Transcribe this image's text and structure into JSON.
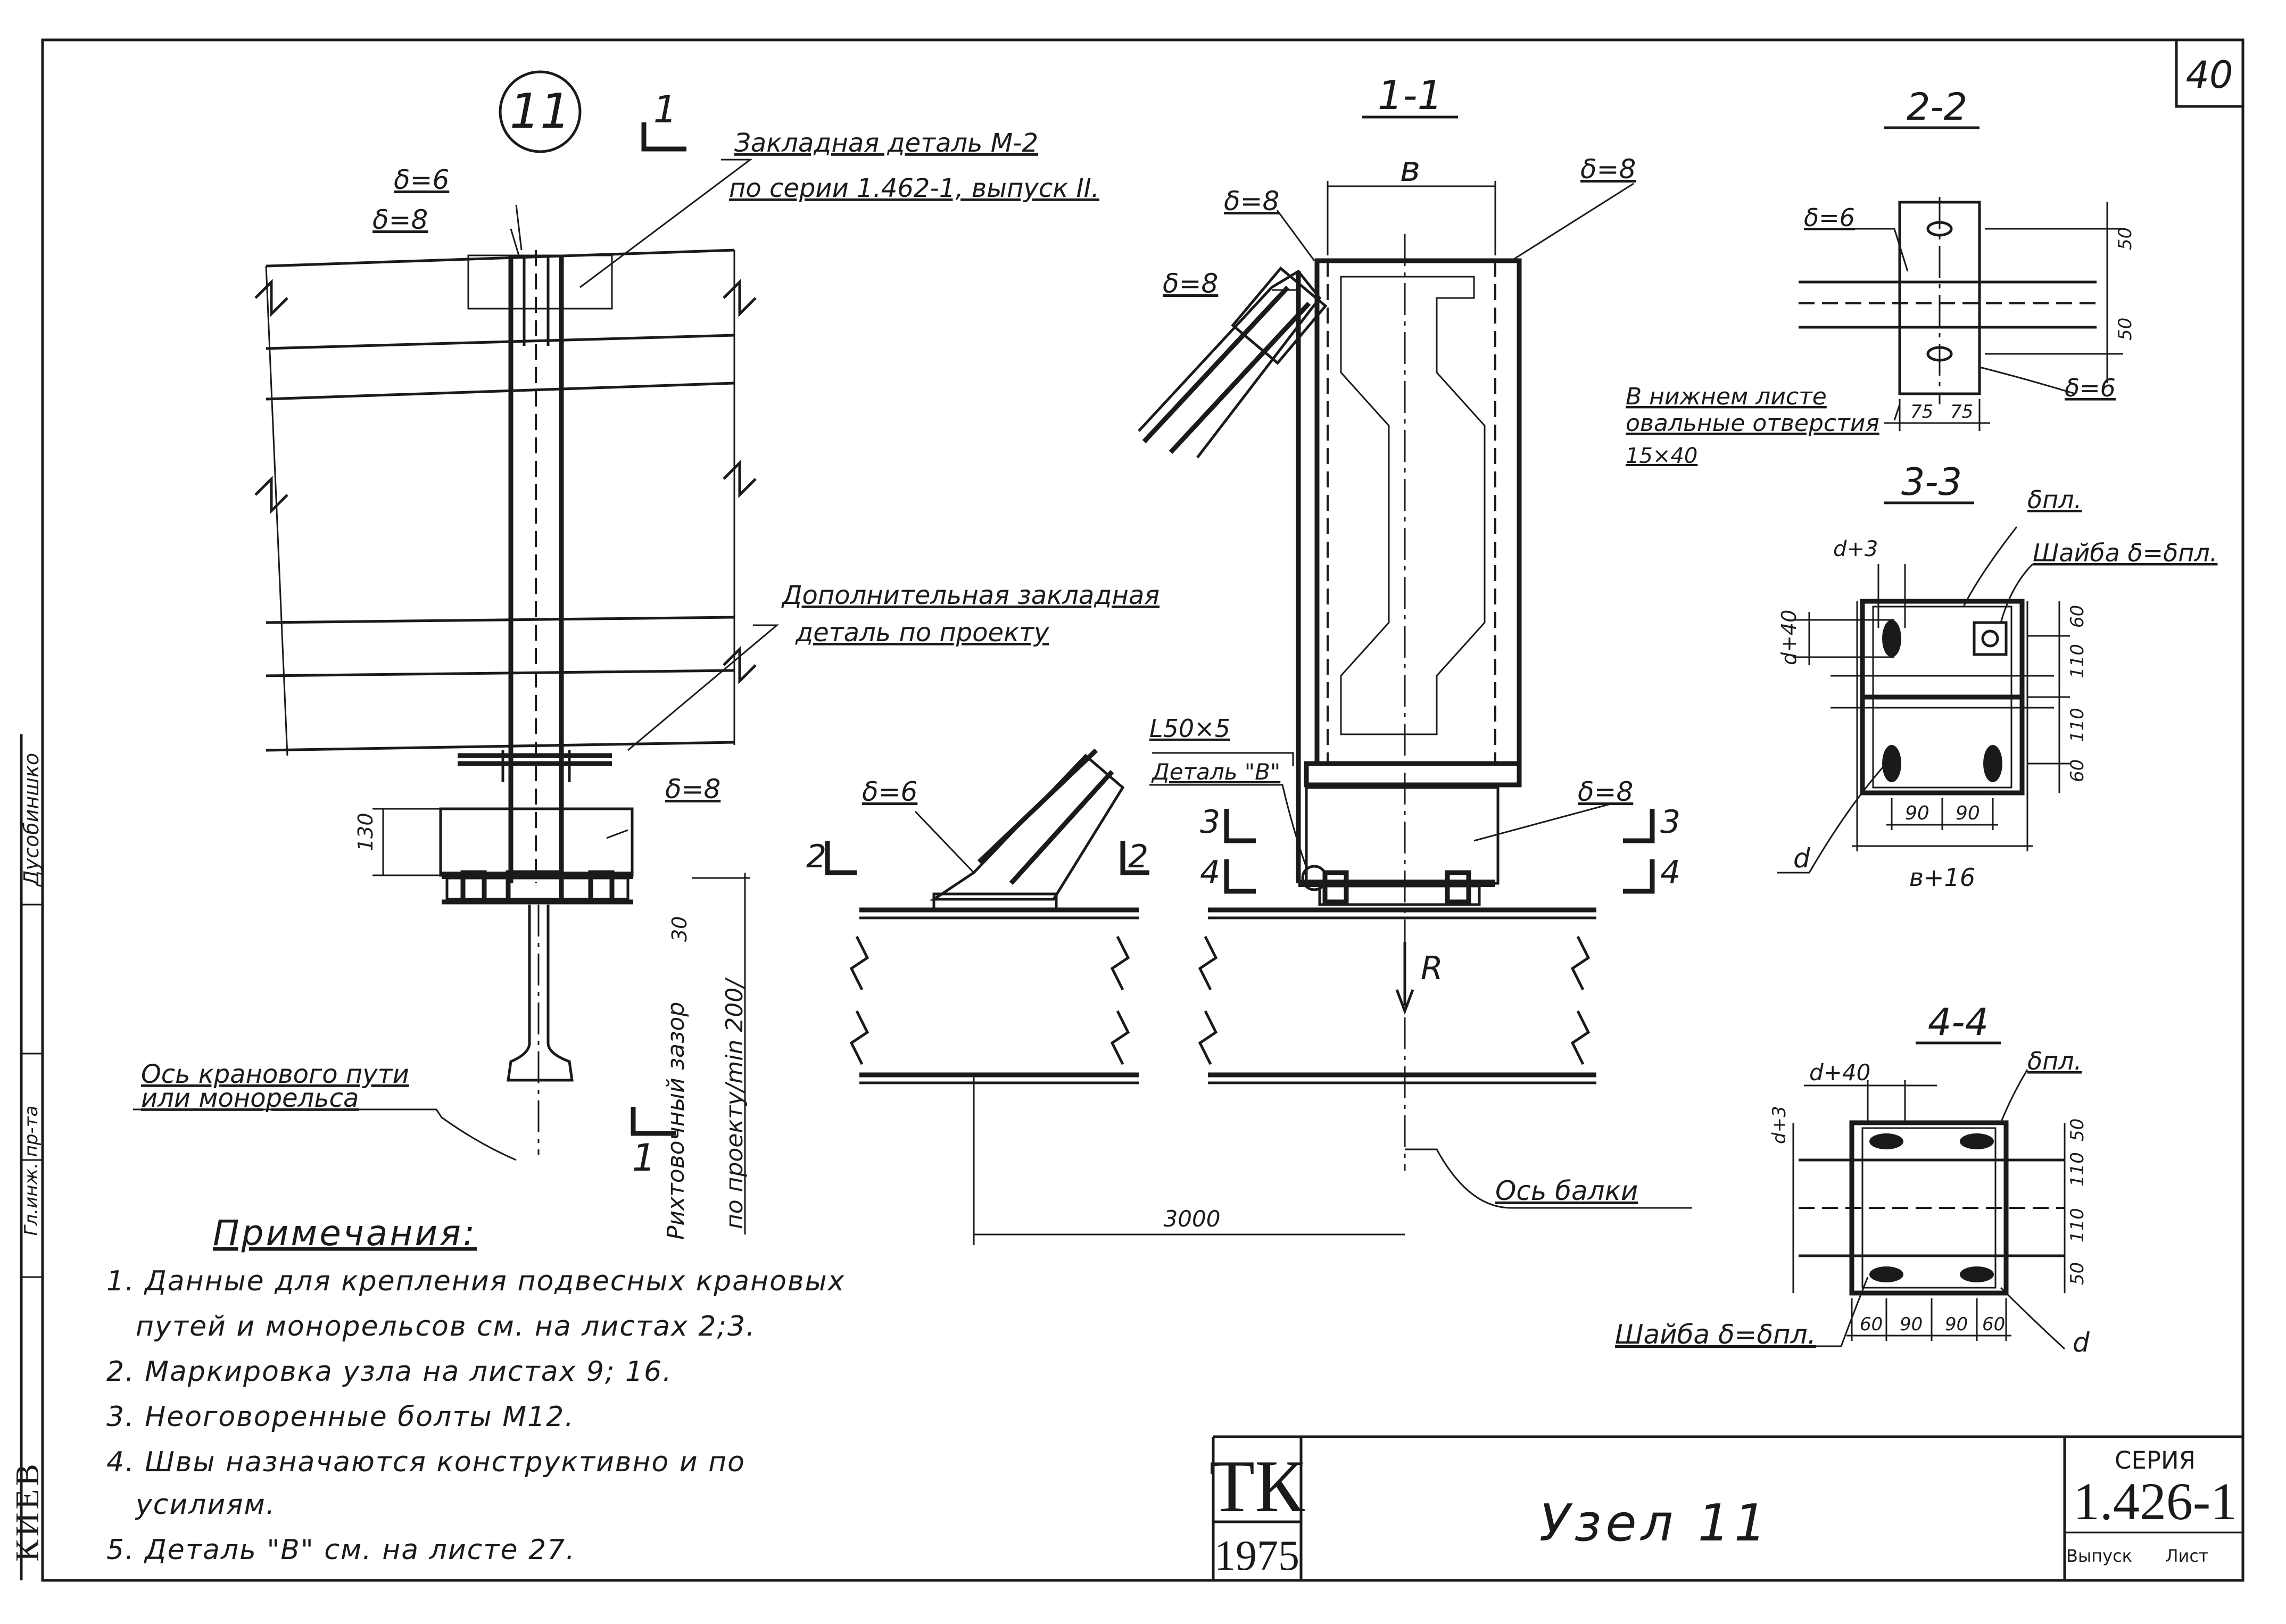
{
  "sheet": {
    "number": "40",
    "stamp_tk": "ТК",
    "stamp_year": "1975",
    "title": "Узел 11",
    "series_label": "СЕРИЯ",
    "series_value": "1.426-1",
    "issue_label": "Выпуск",
    "sheet_label": "Лист",
    "city": "КИЕВ",
    "side_role": "Гл.инж. пр-та",
    "side_name": "Дусобиншко"
  },
  "node": {
    "marker": "11",
    "section_mark": "1",
    "embed_m2_line1": "Закладная деталь М-2",
    "embed_m2_line2": "по серии 1.462-1, выпуск II.",
    "d6_top": "δ=6",
    "d8_top": "δ=8",
    "extra_embed_line1": "Дополнительная закладная",
    "extra_embed_line2": "деталь по проекту",
    "d8_right": "δ=8",
    "dim_130": "130",
    "dim_30": "30",
    "adjust_gap": "Рихтовочный зазор",
    "by_project": "по проекту/min 200/",
    "crane_axis_line1": "Ось кранового пути",
    "crane_axis_line2": "или монорельса"
  },
  "section_1_1": {
    "title": "1-1",
    "width_b": "в",
    "d8_left": "δ=8",
    "d8_right": "δ=8",
    "d8_strut": "δ=8",
    "angle": "L50×5",
    "detail_b": "Деталь \"В\"",
    "d8_low": "δ=8",
    "d6_strut": "δ=6",
    "force": "R",
    "cut2": "2",
    "cut3": "3",
    "cut4": "4",
    "dim_3000": "3000",
    "beam_axis": "Ось балки"
  },
  "section_2_2": {
    "title": "2-2",
    "d6_top": "δ=6",
    "d6_bottom": "δ=6",
    "dim_50a": "50",
    "dim_50b": "50",
    "dim_75a": "75",
    "dim_75b": "75",
    "oval_line1": "В нижнем листе",
    "oval_line2": "овальные отверстия",
    "oval_size": "15×40"
  },
  "section_3_3": {
    "title": "3-3",
    "plate": "δпл.",
    "washer": "Шайба δ=δпл.",
    "d3": "d+3",
    "d40": "d+40",
    "dims_v": [
      "60",
      "110",
      "110",
      "60"
    ],
    "dims_h": [
      "90",
      "90"
    ],
    "width": "в+16",
    "d": "d"
  },
  "section_4_4": {
    "title": "4-4",
    "plate": "δпл.",
    "d40": "d+40",
    "d3": "d+3",
    "dims_v": [
      "50",
      "110",
      "110",
      "50"
    ],
    "dims_h": [
      "60",
      "90",
      "90",
      "60"
    ],
    "washer": "Шайба δ=δпл.",
    "d": "d"
  },
  "notes": {
    "heading": "Примечания:",
    "items": [
      "1. Данные для крепления подвесных крановых",
      "путей и монорельсов см. на листах 2;3.",
      "2. Маркировка узла на листах 9; 16.",
      "3. Неоговоренные болты М12.",
      "4. Швы назначаются конструктивно и по",
      "усилиям.",
      "5. Деталь \"В\" см. на листе 27."
    ]
  }
}
